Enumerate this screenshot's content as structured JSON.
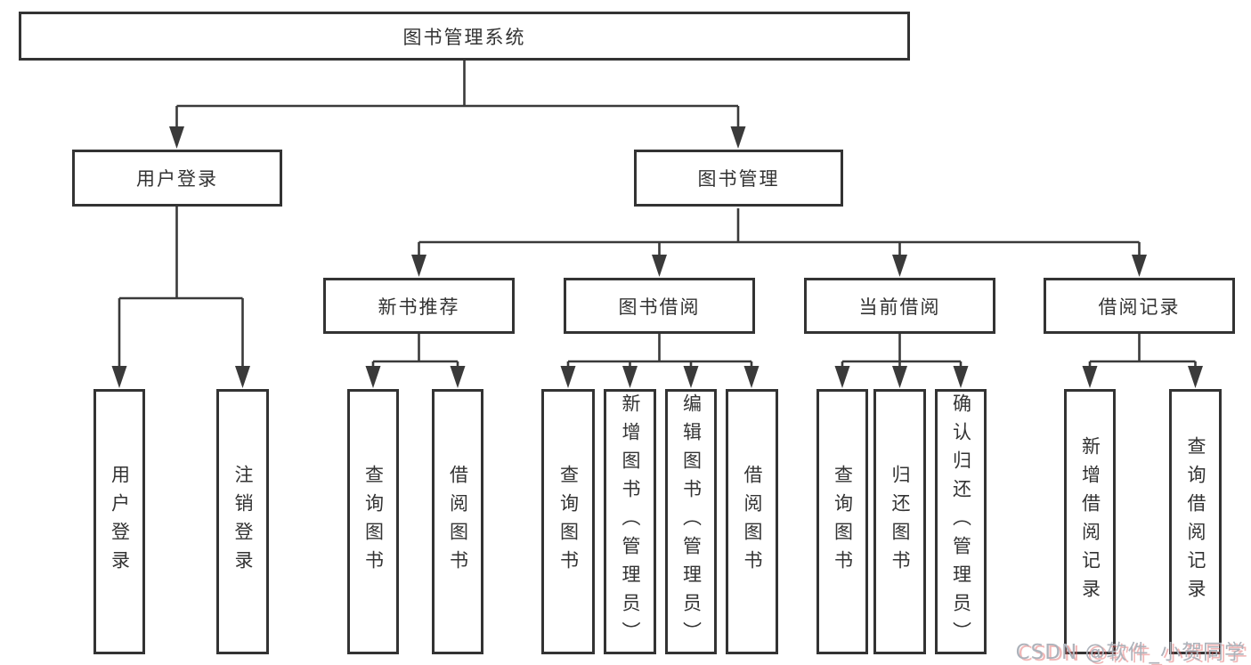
{
  "colors": {
    "line": "#3a3a3a",
    "box_border": "#333333",
    "text": "#333333",
    "watermark_gray": "#adb2ba",
    "watermark_red": "#e06060",
    "background": "#ffffff"
  },
  "nodes": {
    "root": "图书管理系统",
    "user_login": "用户登录",
    "book_management": "图书管理",
    "new_book_recommend": "新书推荐",
    "book_borrowing": "图书借阅",
    "current_borrowing": "当前借阅",
    "borrowing_records": "借阅记录",
    "leaf_user_login": "用户登录",
    "leaf_logout": "注销登录",
    "leaf_rec_query_books": "查询图书",
    "leaf_rec_borrow_books": "借阅图书",
    "leaf_bb_query_books": "查询图书",
    "leaf_bb_add_books": "新增图书（管理员）",
    "leaf_bb_edit_books": "编辑图书（管理员）",
    "leaf_bb_borrow_books": "借阅图书",
    "leaf_cb_query_books": "查询图书",
    "leaf_cb_return_books": "归还图书",
    "leaf_cb_confirm_return": "确认归还（管理员）",
    "leaf_br_add_record": "新增借阅记录",
    "leaf_br_query_record": "查询借阅记录"
  },
  "hierarchy": {
    "图书管理系统": [
      "用户登录",
      "图书管理"
    ],
    "用户登录": [
      "用户登录",
      "注销登录"
    ],
    "图书管理": [
      "新书推荐",
      "图书借阅",
      "当前借阅",
      "借阅记录"
    ],
    "新书推荐": [
      "查询图书",
      "借阅图书"
    ],
    "图书借阅": [
      "查询图书",
      "新增图书（管理员）",
      "编辑图书（管理员）",
      "借阅图书"
    ],
    "当前借阅": [
      "查询图书",
      "归还图书",
      "确认归还（管理员）"
    ],
    "借阅记录": [
      "新增借阅记录",
      "查询借阅记录"
    ]
  },
  "watermark": "CSDN @软件_小贺同学"
}
